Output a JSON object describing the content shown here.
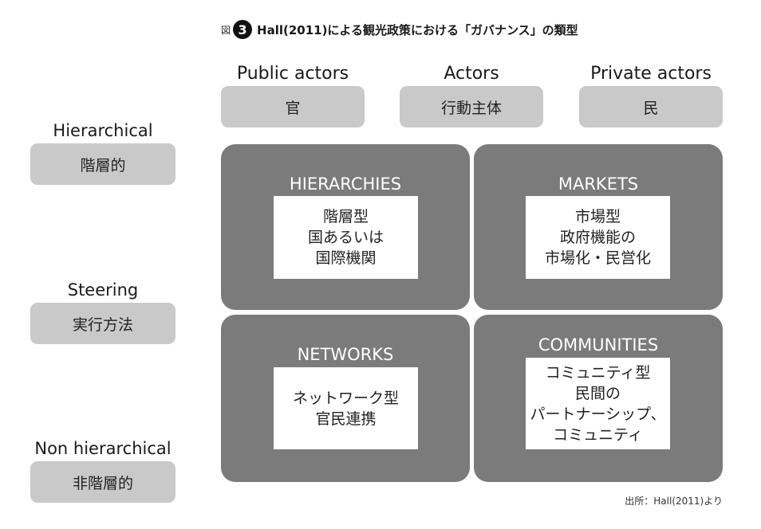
{
  "title": {
    "prefix": "図",
    "number": "3",
    "text": "Hall(2011)による観光政策における「ガバナンス」の類型"
  },
  "columns": [
    {
      "en": "Public actors",
      "ja": "官"
    },
    {
      "en": "Actors",
      "ja": "行動主体"
    },
    {
      "en": "Private actors",
      "ja": "民"
    }
  ],
  "rows": [
    {
      "en": "Hierarchical",
      "ja": "階層的"
    },
    {
      "en": "Steering",
      "ja": "実行方法"
    },
    {
      "en": "Non hierarchical",
      "ja": "非階層的"
    }
  ],
  "quadrants": {
    "hierarchies": {
      "title": "HIERARCHIES",
      "lines": [
        "階層型",
        "国あるいは",
        "国際機関"
      ]
    },
    "markets": {
      "title": "MARKETS",
      "lines": [
        "市場型",
        "政府機能の",
        "市場化・民営化"
      ]
    },
    "networks": {
      "title": "NETWORKS",
      "lines": [
        "ネットワーク型",
        "官民連携"
      ]
    },
    "communities": {
      "title": "COMMUNITIES",
      "lines": [
        "コミュニティ型",
        "民間の",
        "パートナーシップ、",
        "コミュニティ"
      ]
    }
  },
  "source": "出所：Hall(2011)より"
}
